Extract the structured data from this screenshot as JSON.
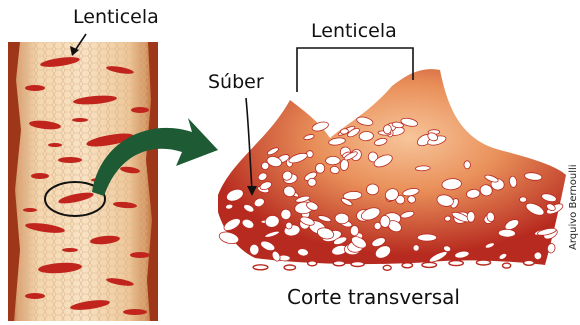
{
  "labels": {
    "stem_lenticel": "Lenticela",
    "cross_lenticel": "Lenticela",
    "suber": "Súber",
    "cross_section": "Corte transversal",
    "credit": "Arquivo Bernoulli"
  },
  "colors": {
    "bark_light": "#f6dcb8",
    "bark_mid": "#ecc495",
    "bark_edge": "#a13a1c",
    "lenticel_red": "#c0241c",
    "tissue_orange": "#e88a52",
    "tissue_dark": "#b8281e",
    "arrow_green": "#1e5a33"
  }
}
